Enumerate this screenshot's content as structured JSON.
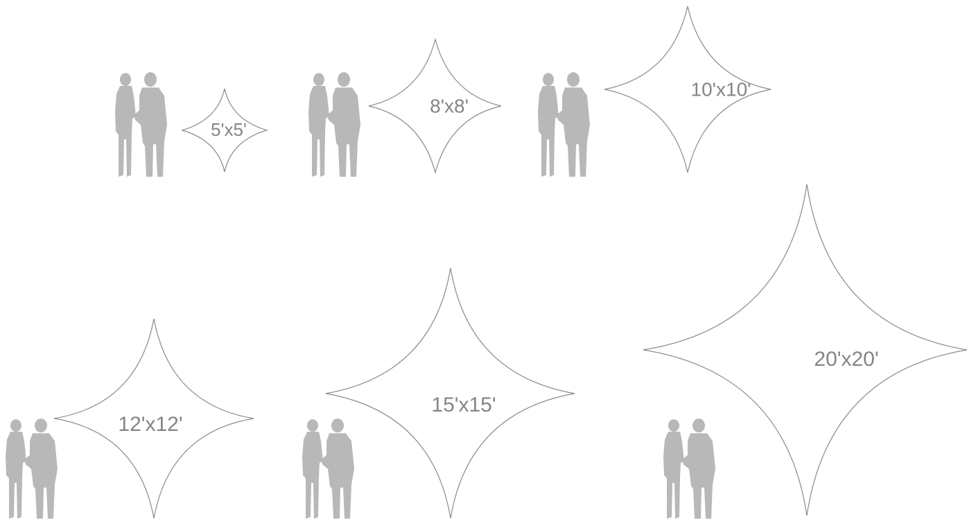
{
  "diagram": {
    "stroke_color": "#8a8a8a",
    "label_color": "#858585",
    "silhouette_color": "#b8b8b8",
    "sizes": [
      {
        "id": "5x5",
        "label": "5'x5'"
      },
      {
        "id": "8x8",
        "label": "8'x8'"
      },
      {
        "id": "10x10",
        "label": "10'x10'"
      },
      {
        "id": "12x12",
        "label": "12'x12'"
      },
      {
        "id": "15x15",
        "label": "15'x15'"
      },
      {
        "id": "20x20",
        "label": "20'x20'"
      }
    ]
  }
}
